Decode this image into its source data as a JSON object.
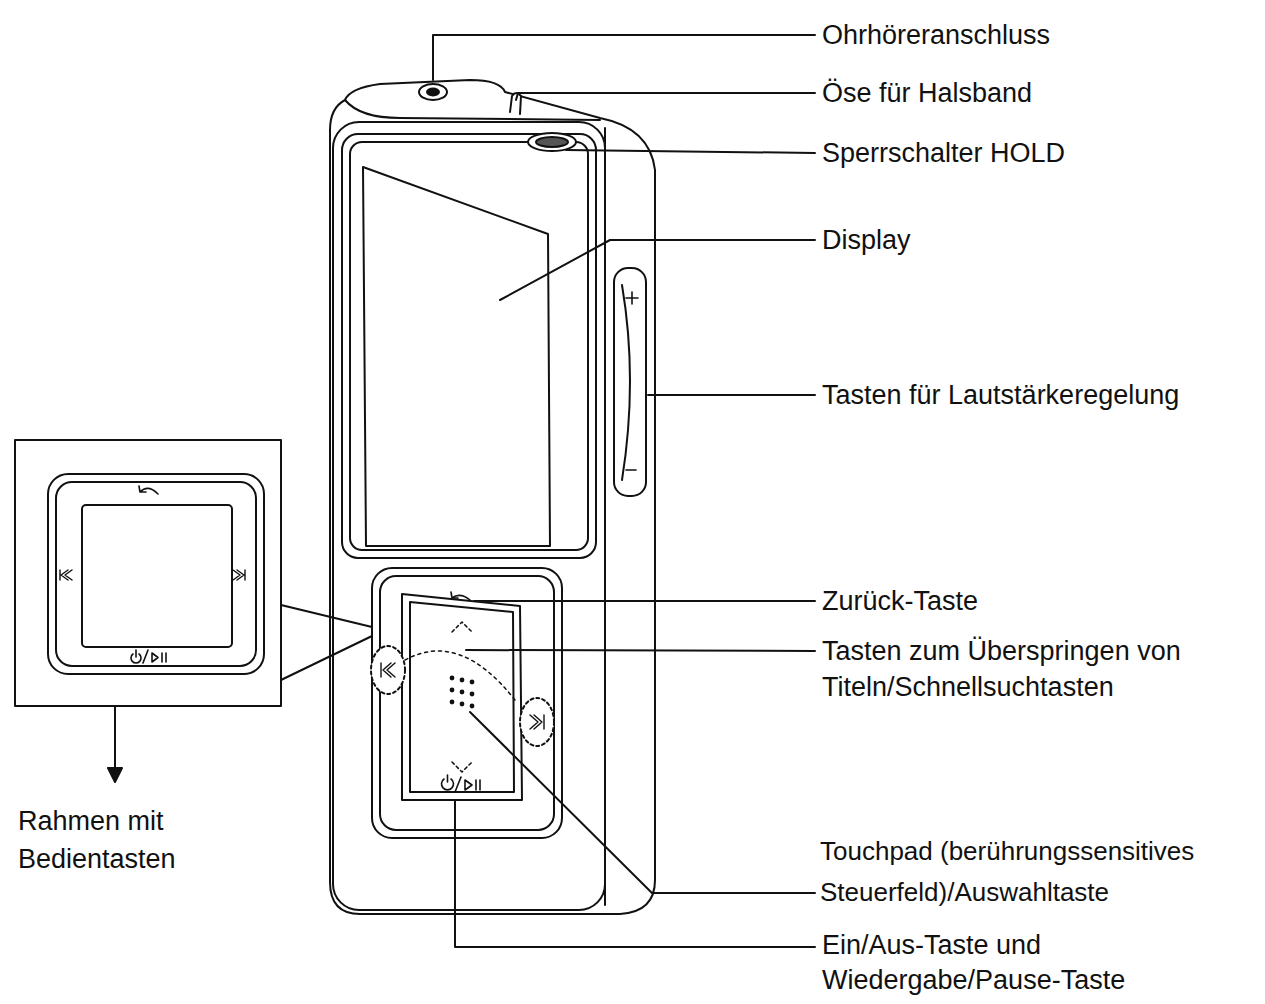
{
  "diagram": {
    "labels": [
      "Ohrhöreranschluss",
      "Öse für Halsband",
      "Sperrschalter HOLD",
      "Display",
      "Tasten für Lautstärkeregelung",
      "Zurück-Taste",
      "Tasten zum Überspringen von Titeln/Schnellsuchtasten",
      "Touchpad (berührungssensitives Steuerfeld)/Auswahltaste",
      "Ein/Aus-Taste und Wiedergabe/Pause-Taste",
      "Rahmen mit Bedientasten"
    ]
  }
}
